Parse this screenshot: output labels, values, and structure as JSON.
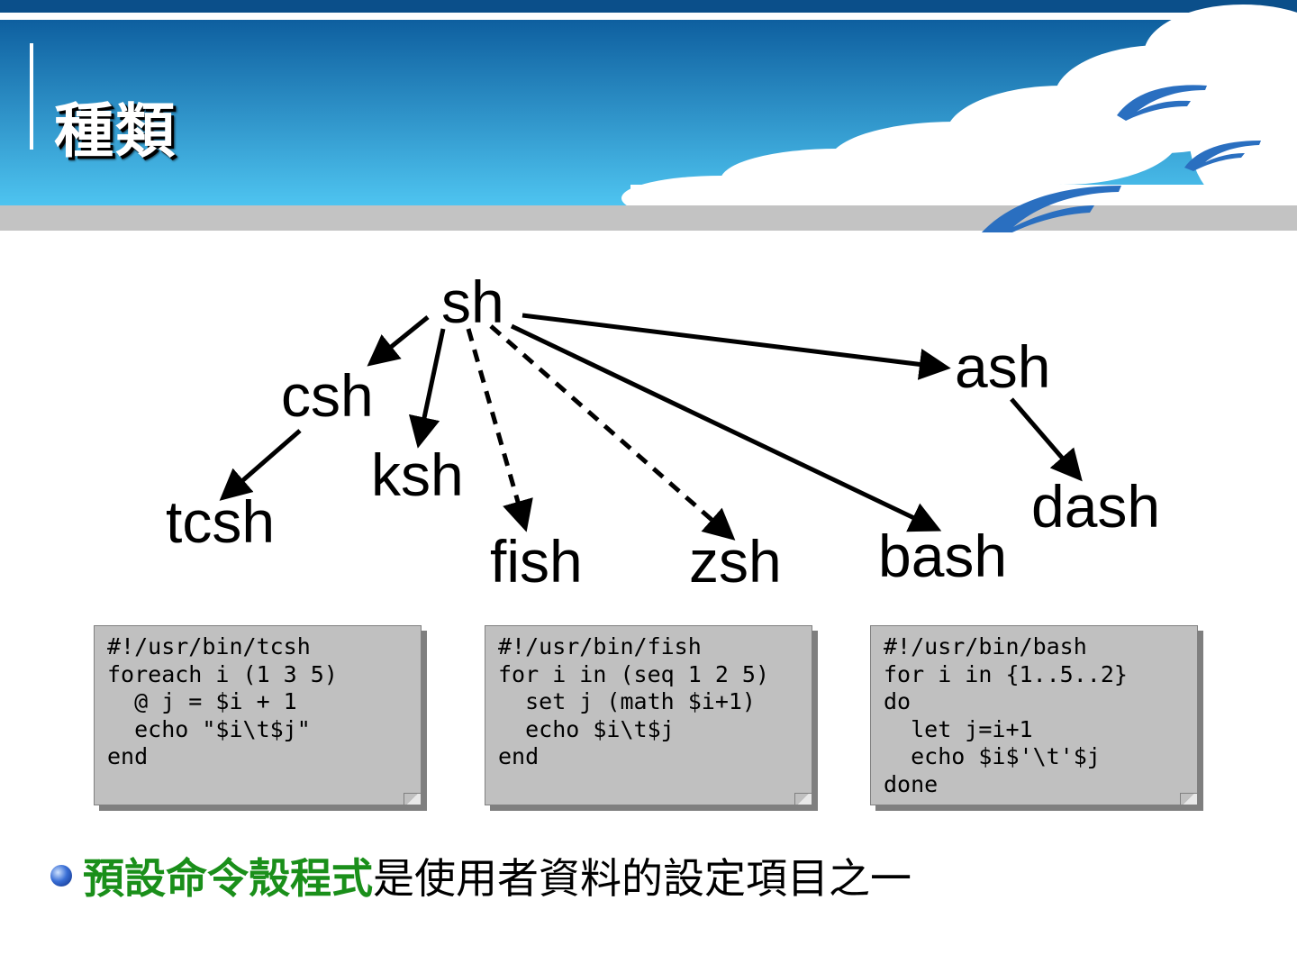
{
  "slide": {
    "title": "種類"
  },
  "tree": {
    "nodes": [
      {
        "id": "sh",
        "label": "sh"
      },
      {
        "id": "csh",
        "label": "csh"
      },
      {
        "id": "ksh",
        "label": "ksh"
      },
      {
        "id": "tcsh",
        "label": "tcsh"
      },
      {
        "id": "fish",
        "label": "fish"
      },
      {
        "id": "zsh",
        "label": "zsh"
      },
      {
        "id": "bash",
        "label": "bash"
      },
      {
        "id": "ash",
        "label": "ash"
      },
      {
        "id": "dash",
        "label": "dash"
      }
    ],
    "edges": [
      {
        "from": "sh",
        "to": "csh",
        "style": "solid"
      },
      {
        "from": "sh",
        "to": "ksh",
        "style": "solid"
      },
      {
        "from": "sh",
        "to": "fish",
        "style": "dashed"
      },
      {
        "from": "sh",
        "to": "zsh",
        "style": "dashed"
      },
      {
        "from": "sh",
        "to": "bash",
        "style": "solid"
      },
      {
        "from": "sh",
        "to": "ash",
        "style": "solid"
      },
      {
        "from": "csh",
        "to": "tcsh",
        "style": "solid"
      },
      {
        "from": "ash",
        "to": "dash",
        "style": "solid"
      }
    ]
  },
  "code_samples": {
    "tcsh": "#!/usr/bin/tcsh\nforeach i (1 3 5)\n  @ j = $i + 1\n  echo \"$i\\t$j\"\nend",
    "fish": "#!/usr/bin/fish\nfor i in (seq 1 2 5)\n  set j (math $i+1)\n  echo $i\\t$j\nend",
    "bash": "#!/usr/bin/bash\nfor i in {1..5..2}\ndo\n  let j=i+1\n  echo $i$'\\t'$j\ndone"
  },
  "bullet": {
    "highlight": "預設命令殼程式",
    "rest": "是使用者資料的設定項目之一"
  },
  "colors": {
    "header_top": "#0b5a9a",
    "header_bottom": "#4fc3ef",
    "gray_band": "#c3c3c3",
    "bird": "#2a6fc0",
    "highlight_text": "#1a8f1a",
    "code_bg": "#c0c0c0"
  }
}
